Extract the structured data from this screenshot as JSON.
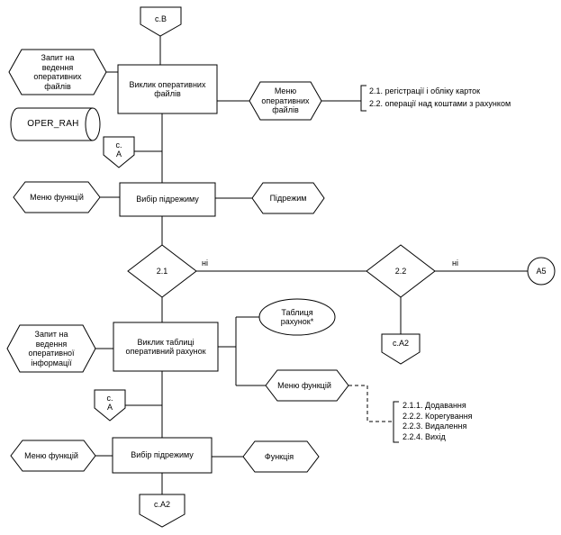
{
  "nodes": {
    "connector_cb": "с.В",
    "request_oper_files": "Запит на ведення оперативних файлів",
    "call_oper_files": "Виклик оперативних файлів",
    "menu_oper_files": "Меню оперативних файлів",
    "oper_rah_db": "OPER_RAH",
    "connector_ca_top": "с.\nА",
    "menu_func_top": "Меню функцій",
    "select_submode_top": "Вибір підрежиму",
    "submode": "Підрежим",
    "decision_21": "2.1",
    "decision_22": "2.2",
    "offpage_a5": "А5",
    "connector_ca2_right": "с.А2",
    "request_oper_info": "Запит на ведення оперативної інформації",
    "call_table": "Виклик таблиці оперативний рахунок",
    "table_rahunok": "Таблиця рахунок*",
    "menu_func_mid": "Меню функцій",
    "connector_ca_bottom": "с.\nА",
    "menu_func_bottom": "Меню функцій",
    "select_submode_bottom": "Вибір підрежиму",
    "funkcija": "Функція",
    "connector_ca2_bottom": "с.А2"
  },
  "edge_labels": {
    "ni_left": "ні",
    "ni_right": "ні"
  },
  "brackets": {
    "oper_files": {
      "items": [
        "2.1. регістрації і обліку карток",
        "2.2. операції над коштами з рахунком"
      ]
    },
    "functions": {
      "items": [
        "2.1.1. Додавання",
        "2.2.2. Корегування",
        "2.2.3. Видалення",
        "2.2.4. Вихід"
      ]
    }
  },
  "colors": {
    "line": "#000000",
    "background": "#ffffff"
  }
}
